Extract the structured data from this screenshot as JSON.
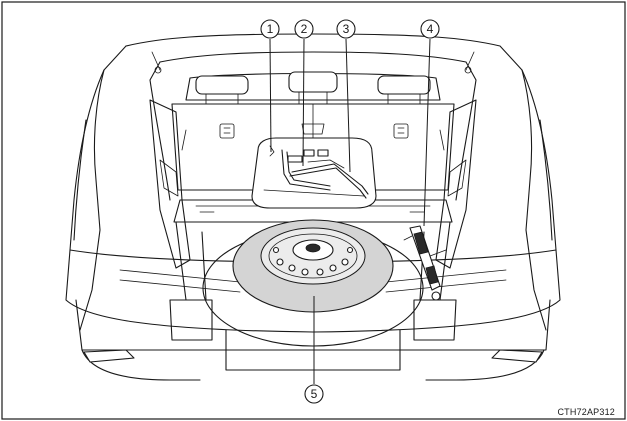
{
  "callouts": {
    "c1": "1",
    "c2": "2",
    "c3": "3",
    "c4": "4",
    "c5": "5"
  },
  "figure_code": "CTH72AP312"
}
